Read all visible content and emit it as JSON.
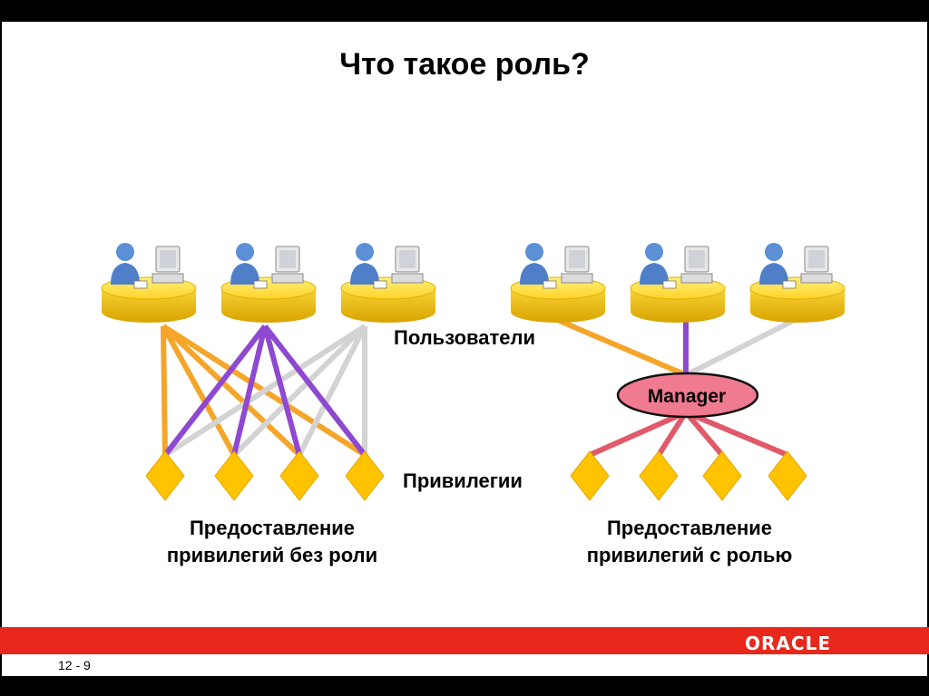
{
  "slide": {
    "title": "Что такое роль?",
    "users_label": "Пользователи",
    "privileges_label": "Привилегии",
    "role_name": "Manager",
    "left_caption_line1": "Предоставление",
    "left_caption_line2": "привилегий без роли",
    "right_caption_line1": "Предоставление",
    "right_caption_line2": "привилегий с ролью",
    "page_number": "12 - 9",
    "brand": "ORACLE"
  },
  "colors": {
    "brand_red": "#e8281c",
    "line_orange": "#f5a52a",
    "line_purple": "#8e49d0",
    "line_gray": "#d3d3d3",
    "line_pink": "#e05a6a",
    "diamond": "#ffc300",
    "role_fill": "#f07a90"
  }
}
